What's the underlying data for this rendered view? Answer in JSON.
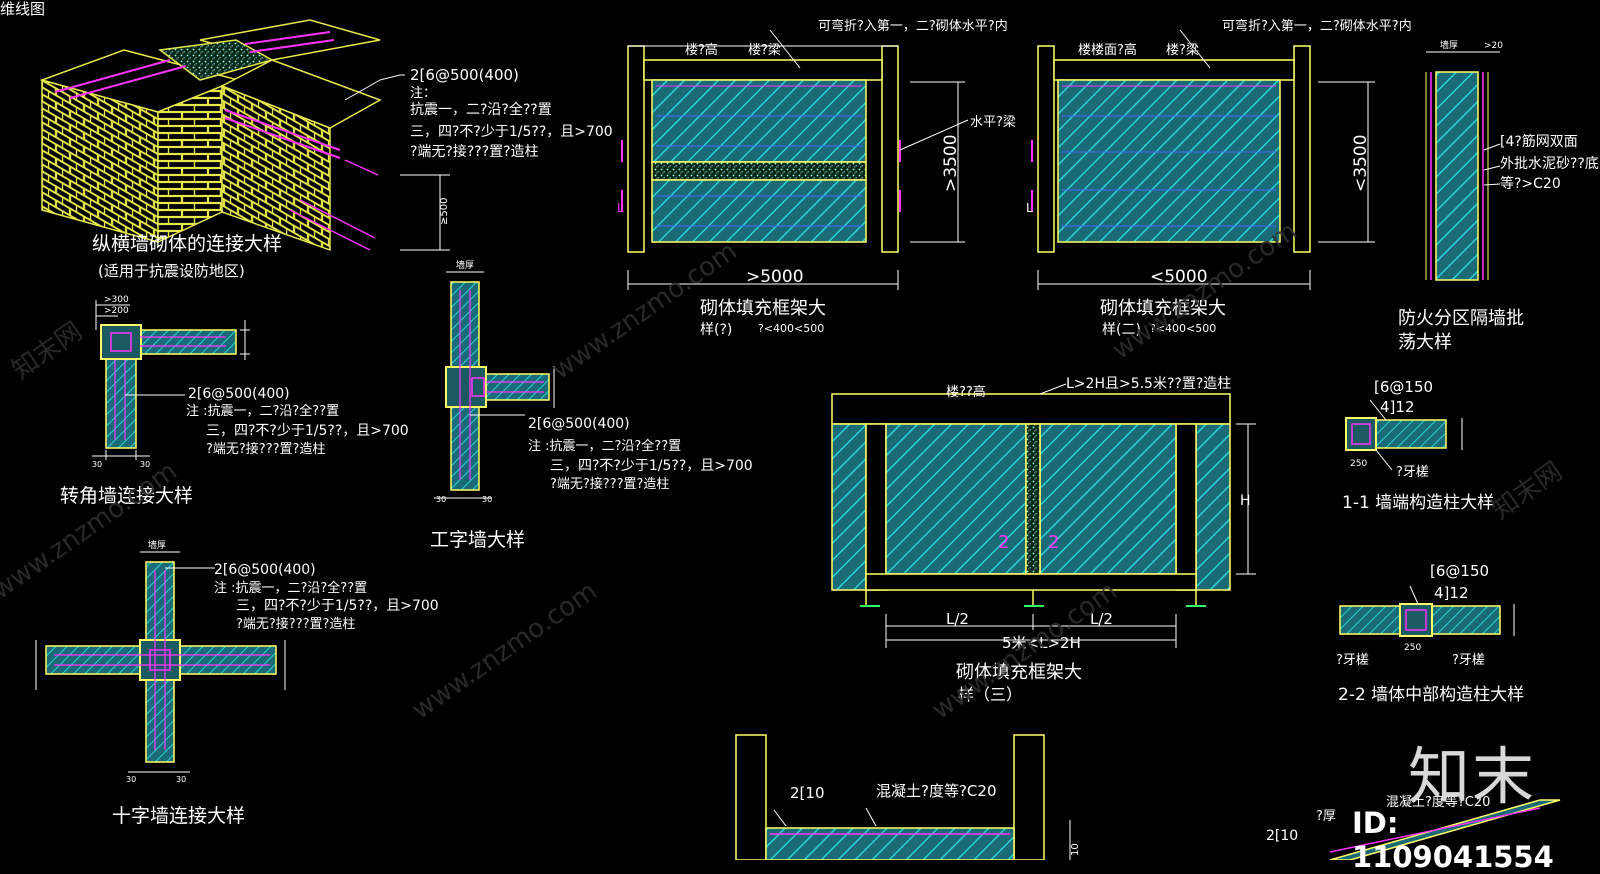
{
  "watermark": {
    "text_cn": "知末网",
    "url": "www.znzmo.com"
  },
  "brand": {
    "logo": "知末",
    "id": "ID: 1109041554"
  },
  "colors": {
    "bg": "#000000",
    "frame": "#ffff66",
    "hatch": "#20c8c8",
    "fill": "#1a6a78",
    "magenta": "#ff33ff",
    "dim": "#ffffff",
    "green": "#33ff66",
    "brick": "#e8e84a"
  },
  "texts": {
    "title_tl": "维线图",
    "iso_spec": "2[6@500(400)",
    "iso_n1": "注：",
    "iso_n2": "抗震一，二?沿?全??置",
    "iso_n3": "三，四?不?少于1/5??，且>700",
    "iso_n4": "?端无?接???置?造柱",
    "iso_title": "纵横墙砌体的连接大样",
    "iso_sub": "(适用于抗震设防地区)",
    "corner_d1": ">300",
    "corner_d2": ">200",
    "corner_spec": "2[6@500(400)",
    "corner_n1": "注 :抗震一，二?沿?全??置",
    "corner_n2": "三，四?不?少于1/5??，且>700",
    "corner_n3": "?端无?接???置?造柱",
    "corner_b": "30",
    "corner_title": "转角墙连接大样",
    "t_d": "墙厚",
    "t_spec": "2[6@500(400)",
    "t_n1": "注 :抗震一，二?沿?全??置",
    "t_n2": "三，四?不?少于1/5??，且>700",
    "t_n3": "?端无?接???置?造柱",
    "t_title": "工字墙大样",
    "cross_d": "墙厚",
    "cross_spec": "2[6@500(400)",
    "cross_n1": "注 :抗震一，二?沿?全??置",
    "cross_n2": "三，四?不?少于1/5??，且>700",
    "cross_n3": "?端无?接???置?造柱",
    "cross_title": "十字墙连接大样",
    "f1_top1": "楼?高",
    "f1_top2": "楼?梁",
    "f1_top3": "可弯折?入第一，二?砌体水平?内",
    "f1_beam": "水平?梁",
    "f1_h": ">3500",
    "f1_w": ">5000",
    "f1_title": "砌体填充框架大",
    "f1_sub": "样(?)",
    "f1_sub2": "?<400<500",
    "f1_sl": "L",
    "f2_top1": "楼楼面?高",
    "f2_top2": "楼?梁",
    "f2_top3": "可弯折?入第一，二?砌体水平?内",
    "f2_h": "<3500",
    "f2_w": "<5000",
    "f2_title": "砌体填充框架大",
    "f2_sub": "样(二)",
    "f2_sub2": "?<400<500",
    "f2_sl": "L",
    "r_dim1": "墙厚",
    "r_dim2": ">20",
    "r_n1": "[4?筋网双面",
    "r_n2": "外批水泥砂??底",
    "r_n3": "等?>C20",
    "r_title1": "防火分区隔墙批",
    "r_title2": "荡大样",
    "f3_top1": "楼??高",
    "f3_top2": "L>2H且>5.5米??置?造柱",
    "f3_h": "H",
    "f3_half": "L/2",
    "f3_w": "5米<L>2H",
    "f3_mark": "2",
    "f3_title": "砌体填充框架大",
    "f3_sub": "样（三）",
    "s1_spec1": "[6@150",
    "s1_spec2": "4]12",
    "s1_d": "250",
    "s1_tooth": "?牙槎",
    "s1_title": "1-1 墙端构造柱大样",
    "s2_spec1": "[6@150",
    "s2_spec2": "4]12",
    "s2_d": "250",
    "s2_tooth1": "?牙槎",
    "s2_tooth2": "?牙槎",
    "s2_title": "2-2 墙体中部构造柱大样",
    "b1_spec": "2[10",
    "b1_conc": "混凝土?度等?C20",
    "b1_dim": "10",
    "b2_thk": "?厚",
    "b2_spec": "2[10",
    "b2_conc": "混凝土?度等?C20"
  }
}
